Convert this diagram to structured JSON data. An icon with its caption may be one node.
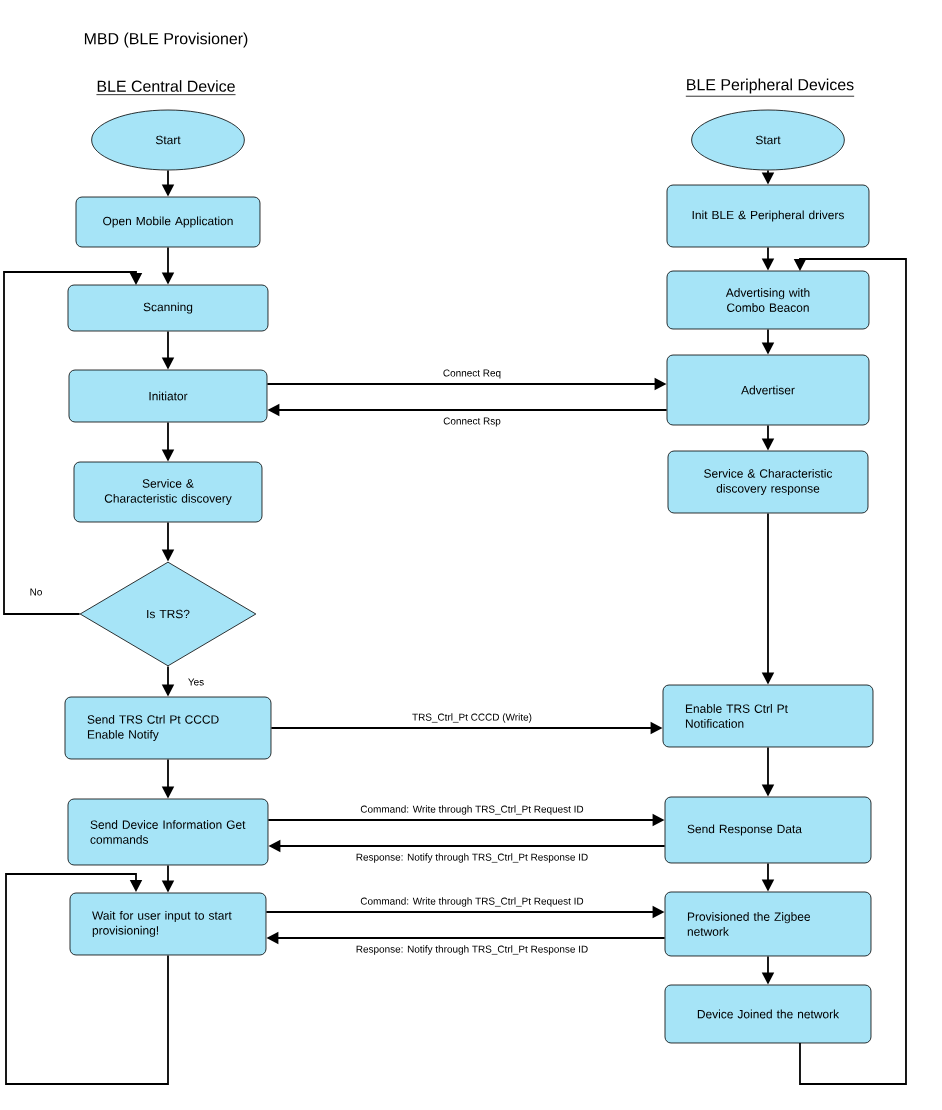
{
  "diagram": {
    "nodes": [
      {
        "text": [
          "Start"
        ]
      },
      {
        "text": [
          "Open Mobile Application"
        ]
      },
      {
        "text": [
          "Scanning"
        ]
      },
      {
        "text": [
          "Initiator"
        ]
      },
      {
        "text": [
          "Service & Characteristic discovery"
        ]
      },
      {
        "text": [
          "Is TRS?"
        ]
      },
      {
        "text": [
          "Send TRS Ctrl Pt CCCD Enable Notify"
        ]
      },
      {
        "text": [
          "Send Device Information Get commands"
        ]
      },
      {
        "text": [
          "Wait for user input to start provisioning!"
        ]
      },
      {
        "text": [
          "Start"
        ]
      },
      {
        "text": [
          "Init BLE & Peripheral drivers"
        ]
      },
      {
        "text": [
          "Advertising with Combo Beacon"
        ]
      },
      {
        "text": [
          "Advertiser"
        ]
      },
      {
        "text": [
          "Service & Characteristic discovery response"
        ]
      },
      {
        "text": [
          "Enable TRS Ctrl Pt Notification"
        ]
      },
      {
        "text": [
          "Send Response Data"
        ]
      },
      {
        "text": [
          "Provisioned the Zigbee network"
        ]
      },
      {
        "text": [
          "Device Joined the network"
        ]
      }
    ],
    "edges": [
      {
        "from": 0,
        "to": 1,
        "arrow": "to"
      },
      {
        "from": 1,
        "to": 2,
        "arrow": "to"
      },
      {
        "from": 2,
        "to": 3,
        "arrow": "to"
      },
      {
        "from": 3,
        "to": 4,
        "arrow": "to"
      },
      {
        "from": 4,
        "to": 5,
        "arrow": "to"
      },
      {
        "from": 5,
        "to": 6,
        "arrow": "to",
        "label": "Yes"
      },
      {
        "from": 5,
        "to": 2,
        "arrow": "to",
        "label": "No"
      },
      {
        "from": 6,
        "to": 7,
        "arrow": "to"
      },
      {
        "from": 7,
        "to": 8,
        "arrow": "to"
      },
      {
        "from": 8,
        "to": 8,
        "arrow": "to"
      },
      {
        "from": 3,
        "to": 12,
        "arrow": "to",
        "label": "Connect Req"
      },
      {
        "from": 12,
        "to": 3,
        "arrow": "to",
        "label": "Connect Rsp"
      },
      {
        "from": 9,
        "to": 10,
        "arrow": "to"
      },
      {
        "from": 10,
        "to": 11,
        "arrow": "to"
      },
      {
        "from": 11,
        "to": 12,
        "arrow": "to"
      },
      {
        "from": 12,
        "to": 13,
        "arrow": "to"
      },
      {
        "from": 13,
        "to": 14,
        "arrow": "to"
      },
      {
        "from": 14,
        "to": 15,
        "arrow": "to"
      },
      {
        "from": 15,
        "to": 16,
        "arrow": "to"
      },
      {
        "from": 16,
        "to": 17,
        "arrow": "to"
      },
      {
        "from": 17,
        "to": 11,
        "arrow": "to"
      },
      {
        "from": 6,
        "to": 14,
        "arrow": "to",
        "label": "TRS_Ctrl_Pt CCCD (Write)"
      },
      {
        "from": 7,
        "to": 15,
        "arrow": "to",
        "label": "Command: Write through TRS_Ctrl_Pt Request ID"
      },
      {
        "from": 15,
        "to": 7,
        "arrow": "to",
        "label": "Response: Notify through TRS_Ctrl_Pt Response ID"
      },
      {
        "from": 8,
        "to": 16,
        "arrow": "to",
        "label": "Command: Write through TRS_Ctrl_Pt Request ID"
      },
      {
        "from": 16,
        "to": 8,
        "arrow": "to",
        "label": "Response: Notify through TRS_Ctrl_Pt Response ID"
      }
    ],
    "labels": [
      "MBD (BLE Provisioner)",
      "BLE Central Device",
      "BLE Peripheral Devices"
    ]
  }
}
